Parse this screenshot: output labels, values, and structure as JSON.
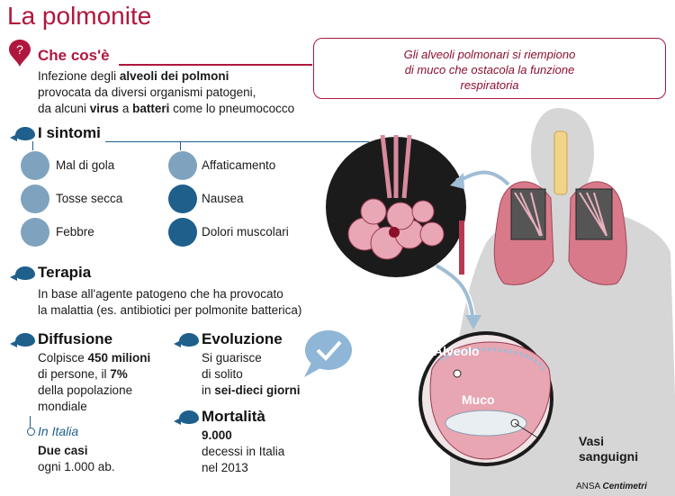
{
  "title": "La polmonite",
  "what": {
    "header": "Che cos'è",
    "line1_a": "Infezione degli ",
    "line1_b": "alveoli dei polmoni",
    "line2": "provocata da diversi organismi patogeni,",
    "line3_a": "da alcuni ",
    "line3_b": "virus",
    "line3_c": " a ",
    "line3_d": "batteri",
    "line3_e": " come lo pneumococco"
  },
  "callout": {
    "line1": "Gli alveoli polmonari si riempiono",
    "line2": "di muco che ostacola la funzione",
    "line3": "respiratoria"
  },
  "symptoms": {
    "header": "I sintomi",
    "items": [
      {
        "label": "Mal di gola",
        "icon": "throat-icon"
      },
      {
        "label": "Tosse secca",
        "icon": "cough-icon"
      },
      {
        "label": "Febbre",
        "icon": "thermometer-icon"
      },
      {
        "label": "Affaticamento",
        "icon": "fatigue-icon"
      },
      {
        "label": "Nausea",
        "icon": "nausea-icon"
      },
      {
        "label": "Dolori muscolari",
        "icon": "muscle-pain-icon"
      }
    ]
  },
  "therapy": {
    "header": "Terapia",
    "line1": "In base all'agente patogeno che ha provocato",
    "line2": "la malattia (es. antibiotici per polmonite batterica)"
  },
  "diffusion": {
    "header": "Diffusione",
    "line1_a": "Colpisce ",
    "line1_b": "450 milioni",
    "line2_a": "di persone, il ",
    "line2_b": "7%",
    "line3": "della popolazione",
    "line4": "mondiale",
    "italy_label": "In Italia",
    "italy_bold": "Due casi",
    "italy_line": "ogni 1.000 ab."
  },
  "evolution": {
    "header": "Evoluzione",
    "line1": "Si guarisce",
    "line2": "di solito",
    "line3_a": "in ",
    "line3_b": "sei-dieci giorni"
  },
  "mortality": {
    "header": "Mortalità",
    "value": "9.000",
    "line1": "decessi in Italia",
    "line2": "nel 2013"
  },
  "diagram": {
    "label_alveolo": "Alveolo",
    "label_muco": "Muco",
    "label_vasi1": "Vasi",
    "label_vasi2": "sanguigni"
  },
  "credit": {
    "ansa": "ANSA",
    "centimetri": "Centimetri"
  },
  "colors": {
    "accent_red": "#b0173e",
    "accent_blue": "#1e5f8c"
  }
}
